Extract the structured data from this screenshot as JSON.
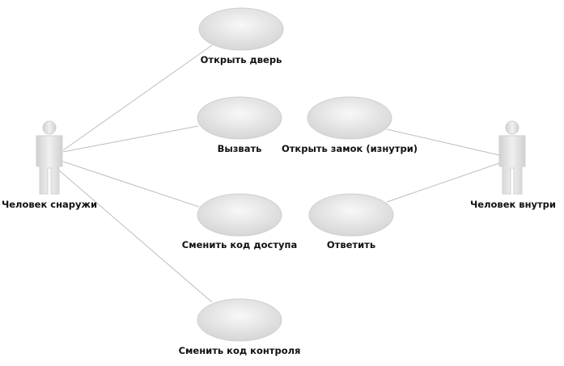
{
  "actors": [
    {
      "id": "outside",
      "label": "Человек снаружи"
    },
    {
      "id": "inside",
      "label": "Человек внутри"
    }
  ],
  "use_cases": [
    {
      "id": "open_door",
      "label": "Открыть дверь"
    },
    {
      "id": "call",
      "label": "Вызвать"
    },
    {
      "id": "change_access",
      "label": "Сменить код доступа"
    },
    {
      "id": "change_control",
      "label": "Сменить код контроля"
    },
    {
      "id": "open_lock",
      "label": "Открыть замок (изнутри)"
    },
    {
      "id": "answer",
      "label": "Ответить"
    }
  ],
  "associations": [
    [
      "outside",
      "open_door"
    ],
    [
      "outside",
      "call"
    ],
    [
      "outside",
      "change_access"
    ],
    [
      "outside",
      "change_control"
    ],
    [
      "inside",
      "open_lock"
    ],
    [
      "inside",
      "answer"
    ]
  ],
  "colors": {
    "line": "#bdbdbd",
    "ellipse_light": "#f7f7f7",
    "ellipse_dark": "#d4d4d4",
    "stroke": "#c8c8c8"
  }
}
